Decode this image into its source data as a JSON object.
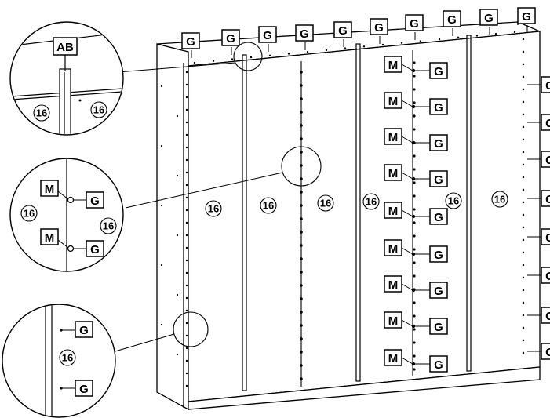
{
  "labels": {
    "g": "G",
    "m": "M",
    "ab": "AB",
    "panel": "16"
  },
  "colors": {
    "line": "#000000",
    "background": "#ffffff"
  },
  "parts": {
    "screw_icon": "screw-icon",
    "nail_icon": "nail-icon",
    "back_panel_icon": "back-panel-icon"
  }
}
